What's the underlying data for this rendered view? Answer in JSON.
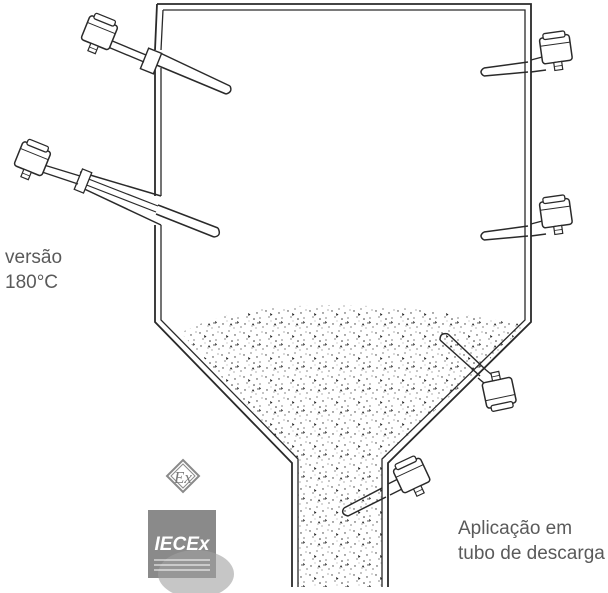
{
  "labels": {
    "version": [
      "versão",
      "180°C"
    ],
    "application": [
      "Aplicação em",
      "tubo de descarga"
    ]
  },
  "logos": {
    "ex_mark": "Ex",
    "iecex": "IECEx"
  },
  "colors": {
    "line": "#2a2a2a",
    "text": "#5a5a5a",
    "logo_grey": "#8a8a8a"
  }
}
